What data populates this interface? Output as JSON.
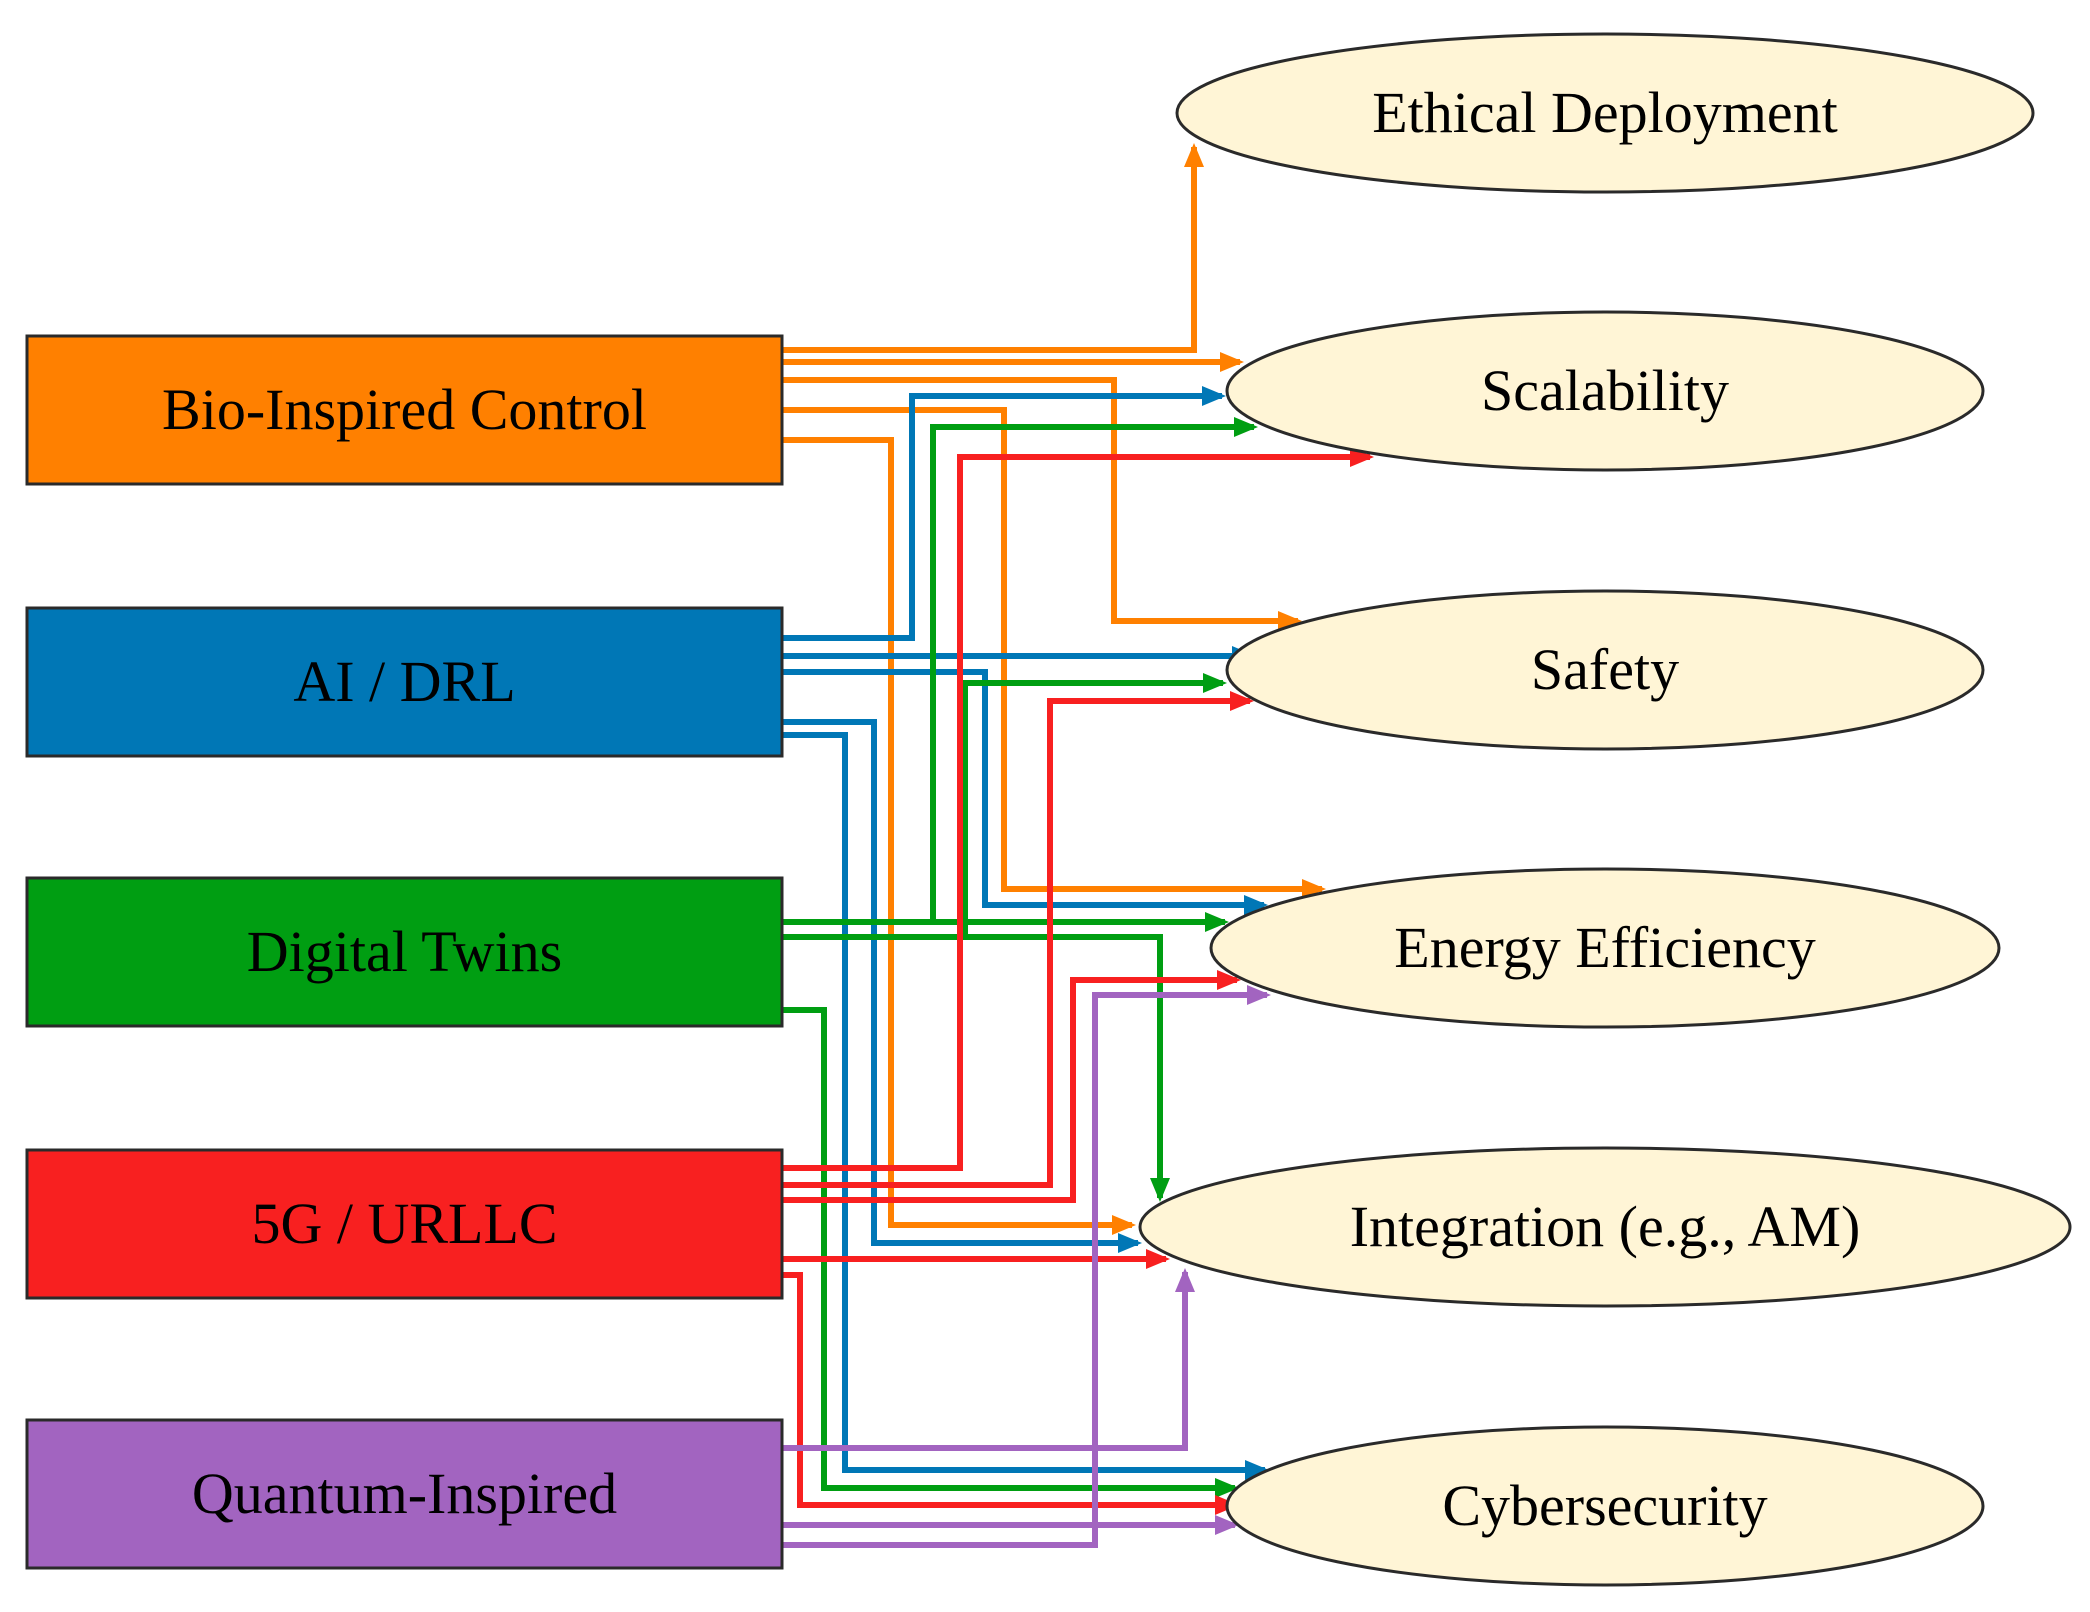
{
  "sources": [
    {
      "id": "bio",
      "label": "Bio-Inspired Control",
      "color": "#ff8000"
    },
    {
      "id": "ai",
      "label": "AI / DRL",
      "color": "#0077b6"
    },
    {
      "id": "dt",
      "label": "Digital Twins",
      "color": "#009e12"
    },
    {
      "id": "g5",
      "label": "5G / URLLC",
      "color": "#f82020"
    },
    {
      "id": "qi",
      "label": "Quantum-Inspired",
      "color": "#a264c0"
    }
  ],
  "targets": [
    {
      "id": "eth",
      "label": "Ethical Deployment"
    },
    {
      "id": "scal",
      "label": "Scalability"
    },
    {
      "id": "saf",
      "label": "Safety"
    },
    {
      "id": "ee",
      "label": "Energy Efficiency"
    },
    {
      "id": "integ",
      "label": "Integration (e.g., AM)"
    },
    {
      "id": "cyber",
      "label": "Cybersecurity"
    }
  ],
  "target_fill": "#fff5d6",
  "edges": [
    {
      "from": "bio",
      "to": "eth"
    },
    {
      "from": "bio",
      "to": "scal"
    },
    {
      "from": "bio",
      "to": "saf"
    },
    {
      "from": "bio",
      "to": "ee"
    },
    {
      "from": "bio",
      "to": "integ"
    },
    {
      "from": "ai",
      "to": "scal"
    },
    {
      "from": "ai",
      "to": "saf"
    },
    {
      "from": "ai",
      "to": "ee"
    },
    {
      "from": "ai",
      "to": "integ"
    },
    {
      "from": "ai",
      "to": "cyber"
    },
    {
      "from": "dt",
      "to": "scal"
    },
    {
      "from": "dt",
      "to": "saf"
    },
    {
      "from": "dt",
      "to": "ee"
    },
    {
      "from": "dt",
      "to": "integ"
    },
    {
      "from": "dt",
      "to": "cyber"
    },
    {
      "from": "g5",
      "to": "scal"
    },
    {
      "from": "g5",
      "to": "saf"
    },
    {
      "from": "g5",
      "to": "ee"
    },
    {
      "from": "g5",
      "to": "integ"
    },
    {
      "from": "g5",
      "to": "cyber"
    },
    {
      "from": "qi",
      "to": "ee"
    },
    {
      "from": "qi",
      "to": "integ"
    },
    {
      "from": "qi",
      "to": "cyber"
    }
  ]
}
